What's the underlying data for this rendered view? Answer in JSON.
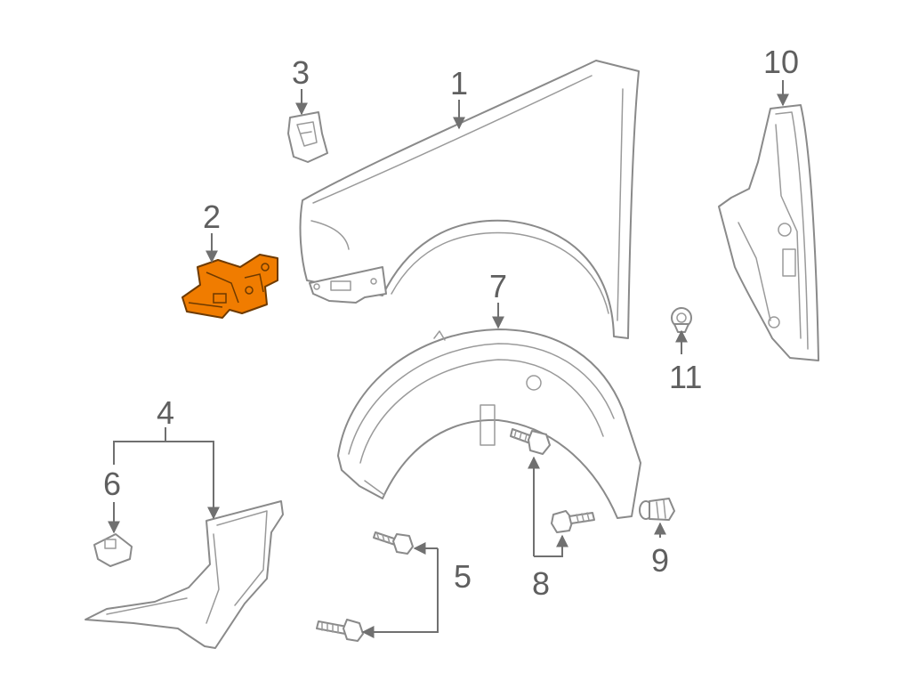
{
  "diagram": {
    "highlight_color": "#f07c00",
    "line_color": "#8a8a8a",
    "callouts": [
      {
        "id": "1",
        "label": "1"
      },
      {
        "id": "2",
        "label": "2"
      },
      {
        "id": "3",
        "label": "3"
      },
      {
        "id": "4",
        "label": "4"
      },
      {
        "id": "5",
        "label": "5"
      },
      {
        "id": "6",
        "label": "6"
      },
      {
        "id": "7",
        "label": "7"
      },
      {
        "id": "8",
        "label": "8"
      },
      {
        "id": "9",
        "label": "9"
      },
      {
        "id": "10",
        "label": "10"
      },
      {
        "id": "11",
        "label": "11"
      }
    ]
  }
}
